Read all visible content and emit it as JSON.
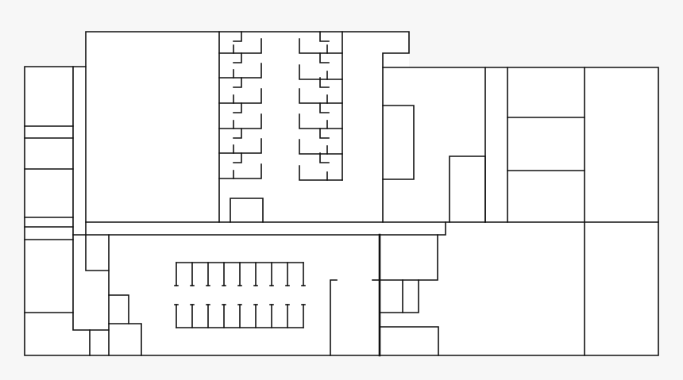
{
  "diagram": {
    "type": "floor-plan",
    "colors": {
      "background": "#f7f7f7",
      "floor": "#ffffff",
      "walls": "#111111"
    },
    "stall_rows": 6,
    "parking_bays_per_row": 8
  }
}
